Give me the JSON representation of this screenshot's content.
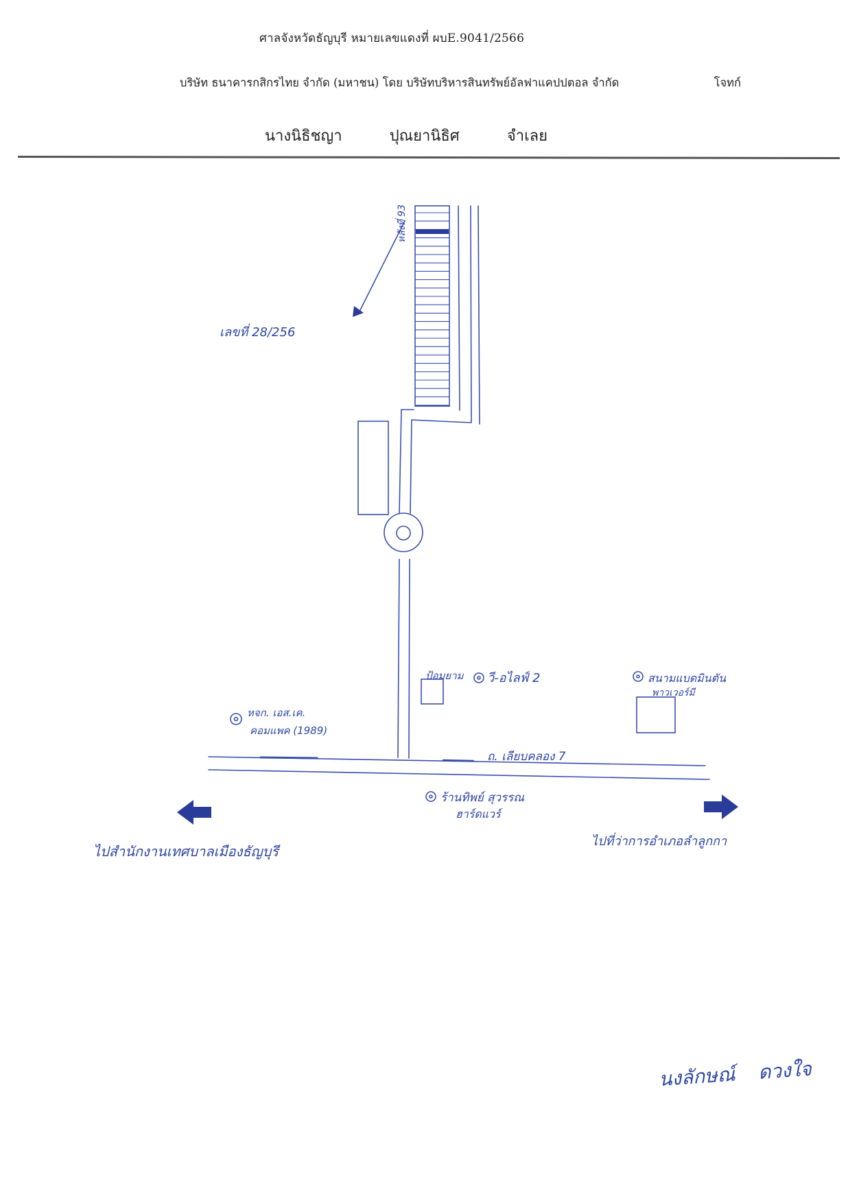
{
  "header": {
    "court_line": "ศาลจังหวัดธัญบุรี หมายเลขแดงที่ ผบE.9041/2566",
    "plaintiff": "บริษัท ธนาคารกสิกรไทย จำกัด (มหาชน) โดย บริษัทบริหารสินทรัพย์อัลฟาแคปปตอล จำกัด",
    "plaintiff_role": "โจทก์",
    "defendant_title": "นางนิธิชญา",
    "defendant_surname": "ปุณยานิธิศ",
    "defendant_role": "จำเลย"
  },
  "map": {
    "target_house_label": "หลังที่ 93",
    "house_number_label": "เลขที่ 28/256",
    "road_label": "ถ. เลียบคลอง 7",
    "shop_label": "ป้อมยาม",
    "poi_velife": "วี-อไลฟ์ 2",
    "poi_badminton_line1": "สนามแบดมินตัน",
    "poi_badminton_line2": "พาวเวอร์มี",
    "poi_company_line1": "หจก. เอส.เค.",
    "poi_company_line2": "คอมแพค (1989)",
    "poi_shop_line1": "ร้านทิพย์ สุวรรณ",
    "poi_shop_line2": "ฮาร์ดแวร์",
    "direction_left": "ไปสำนักงานเทศบาลเมืองธัญบุรี",
    "direction_right": "ไปที่ว่าการอำเภอลำลูกกา",
    "ink_color": "#2f46a6"
  },
  "signature": {
    "first": "นงลักษณ์",
    "last": "ดวงใจ"
  }
}
